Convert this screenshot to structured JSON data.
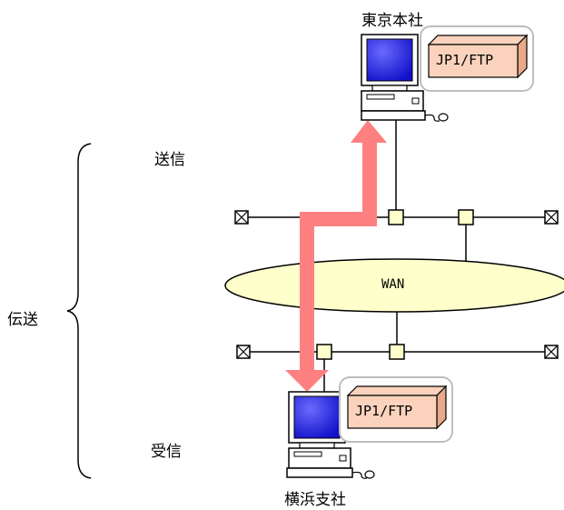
{
  "sites": {
    "head_office": "東京本社",
    "branch": "横浜支社"
  },
  "labels": {
    "send": "送信",
    "receive": "受信",
    "transfer": "伝送"
  },
  "network": {
    "name": "WAN"
  },
  "software": {
    "top": "JP1/FTP",
    "bottom": "JP1/FTP"
  },
  "colors": {
    "arrow": "#ff8080",
    "wan_fill": "#ffffcc",
    "node_fill": "#ffffcc",
    "package_front": "#fbd3bd",
    "package_side": "#e9a98a",
    "monitor_screen": "#1a1ad6"
  },
  "icons": [
    "computer-icon",
    "software-package-icon",
    "terminator-icon",
    "network-node-icon",
    "brace-icon",
    "arrow-icon"
  ]
}
